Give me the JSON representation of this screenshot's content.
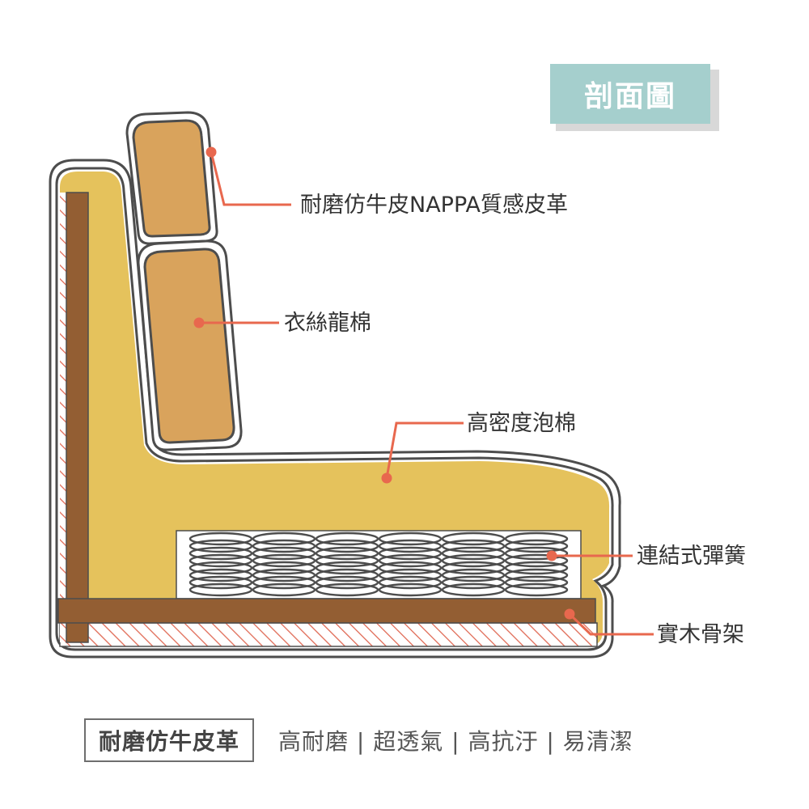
{
  "title_badge": "剖面圖",
  "labels": {
    "leather": "耐磨仿牛皮NAPPA質感皮革",
    "fiber": "衣絲龍棉",
    "foam": "高密度泡棉",
    "spring": "連結式彈簧",
    "frame": "實木骨架"
  },
  "footer": {
    "material": "耐磨仿牛皮革",
    "features": "高耐磨 | 超透氣 | 高抗汙 | 易清潔"
  },
  "colors": {
    "foam": "#e5c25c",
    "cushion": "#d9a35c",
    "wood": "#935e33",
    "hatch": "#e06a55",
    "leader": "#e8684e",
    "outline": "#4d4d4d",
    "badge_bg": "#a5cfcd",
    "badge_shadow": "#d8d8d8"
  }
}
